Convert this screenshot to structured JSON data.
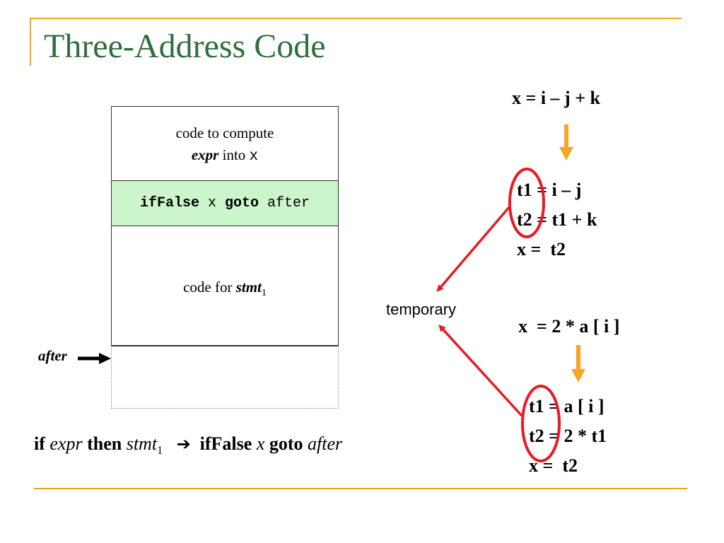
{
  "title": "Three-Address Code",
  "colors": {
    "title": "#2e6f3e",
    "rule": "#e6a820",
    "highlight_box": "#ccf5cc",
    "ellipse": "#e51c23",
    "arrow_orange": "#f5a623"
  },
  "diagram": {
    "compute_line1": "code to compute",
    "compute_expr": "expr",
    "compute_into": " into ",
    "compute_x": "x",
    "iffalse_kw": "ifFalse",
    "iffalse_x": " x ",
    "goto_kw": "goto",
    "goto_target": " after",
    "stmt_prefix": "code for ",
    "stmt_name": "stmt",
    "stmt_sub": "1",
    "after_label": "after"
  },
  "rule": {
    "if": "if",
    "expr": "expr",
    "then": "then",
    "stmt": "stmt",
    "sub": "1",
    "arrow": "➔",
    "iffalse": "ifFalse",
    "x": "x",
    "goto": "goto",
    "after": "after"
  },
  "example1": {
    "expr": "x = i – j + k",
    "lines": [
      "t1 = i – j",
      "t2 = t1 + k",
      "x =  t2"
    ]
  },
  "example2": {
    "expr": "x  = 2 * a [ i ]",
    "lines": [
      "t1 = a [ i ]",
      "t2 = 2 * t1",
      "x =  t2"
    ]
  },
  "temporary_label": "temporary"
}
